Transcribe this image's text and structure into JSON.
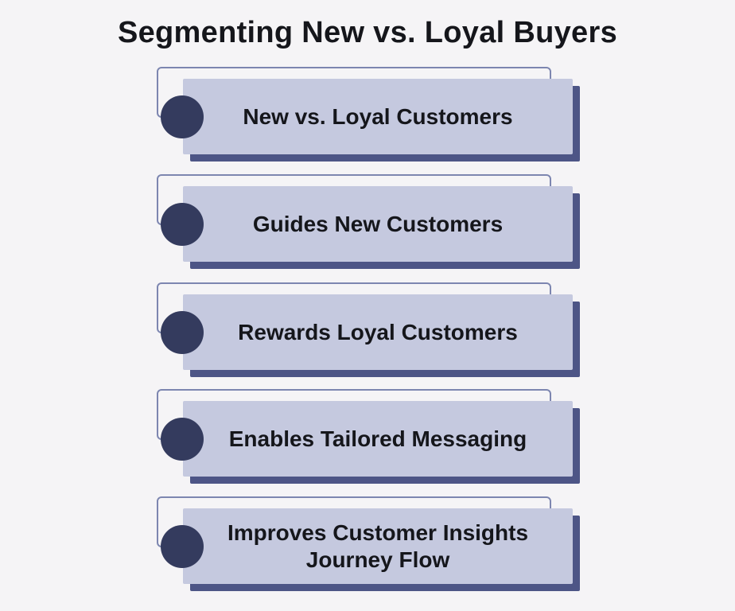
{
  "title": "Segmenting New vs. Loyal Buyers",
  "theme": {
    "background": "#f5f4f6",
    "card_fill": "#c5c9df",
    "card_shadow": "#4d5586",
    "bullet_circle": "#343b5e",
    "outline_border": "#7d86b0",
    "text": "#15161b"
  },
  "cards": [
    {
      "label": "New vs. Loyal Customers"
    },
    {
      "label": "Guides New Customers"
    },
    {
      "label": "Rewards Loyal Customers"
    },
    {
      "label": "Enables Tailored Messaging"
    },
    {
      "label": "Improves Customer Insights\nJourney Flow"
    }
  ]
}
